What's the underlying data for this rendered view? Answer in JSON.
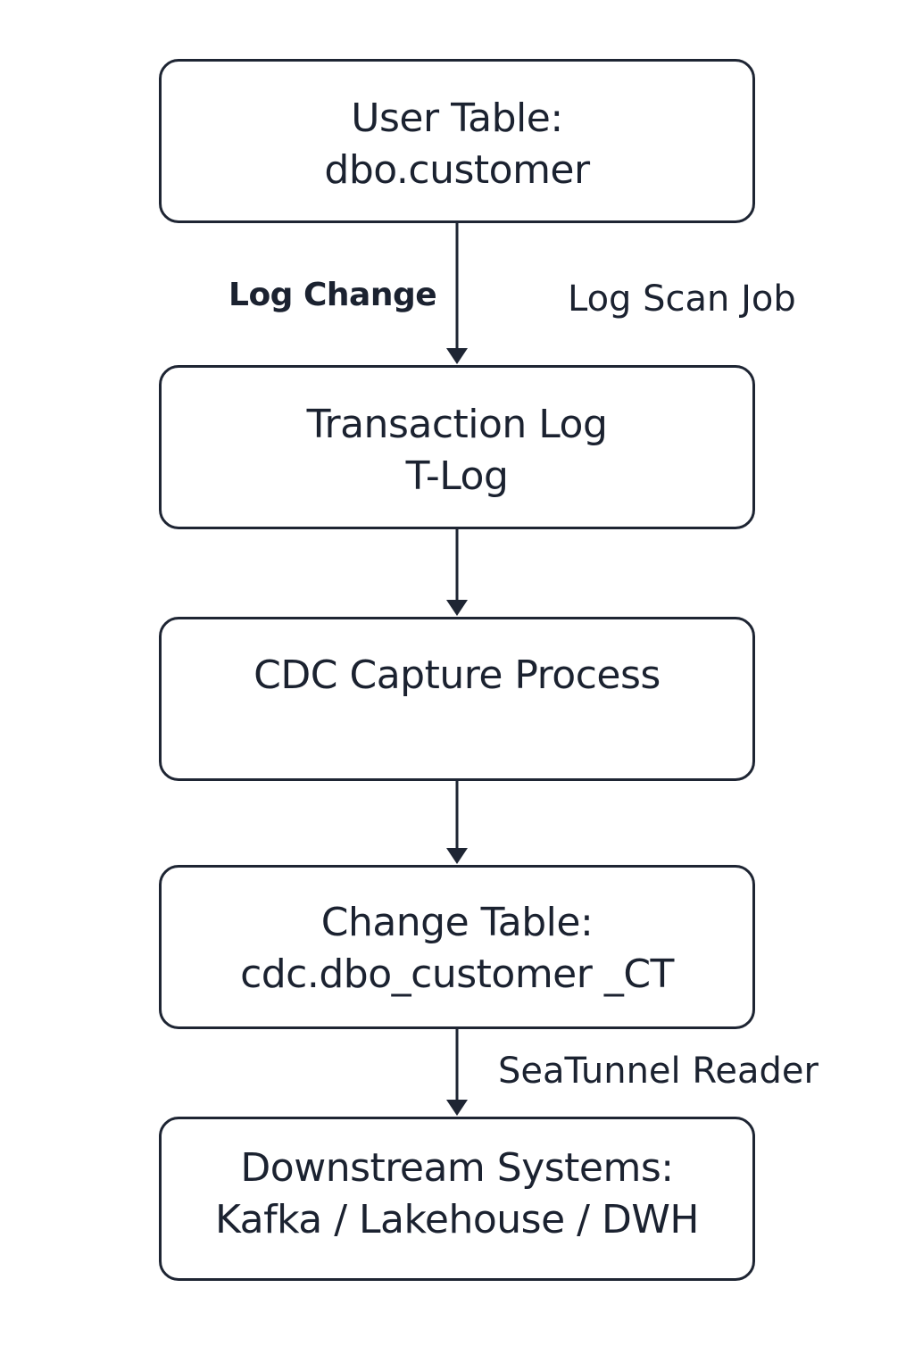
{
  "nodes": [
    {
      "lines": [
        "User Table:",
        "dbo.customer"
      ]
    },
    {
      "lines": [
        "Transaction Log",
        "T-Log"
      ]
    },
    {
      "lines": [
        "CDC Capture Process"
      ]
    },
    {
      "lines": [
        "Change Table:",
        "cdc.dbo_customer _CT"
      ]
    },
    {
      "lines": [
        "Downstream Systems:",
        "Kafka / Lakehouse / DWH"
      ]
    }
  ],
  "edge_labels": {
    "log_change": "Log Change",
    "log_scan_job": "Log Scan Job",
    "seatunnel_reader": "SeaTunnel Reader"
  },
  "colors": {
    "stroke": "#1e2533",
    "text": "#1b2230",
    "background": "#ffffff"
  }
}
